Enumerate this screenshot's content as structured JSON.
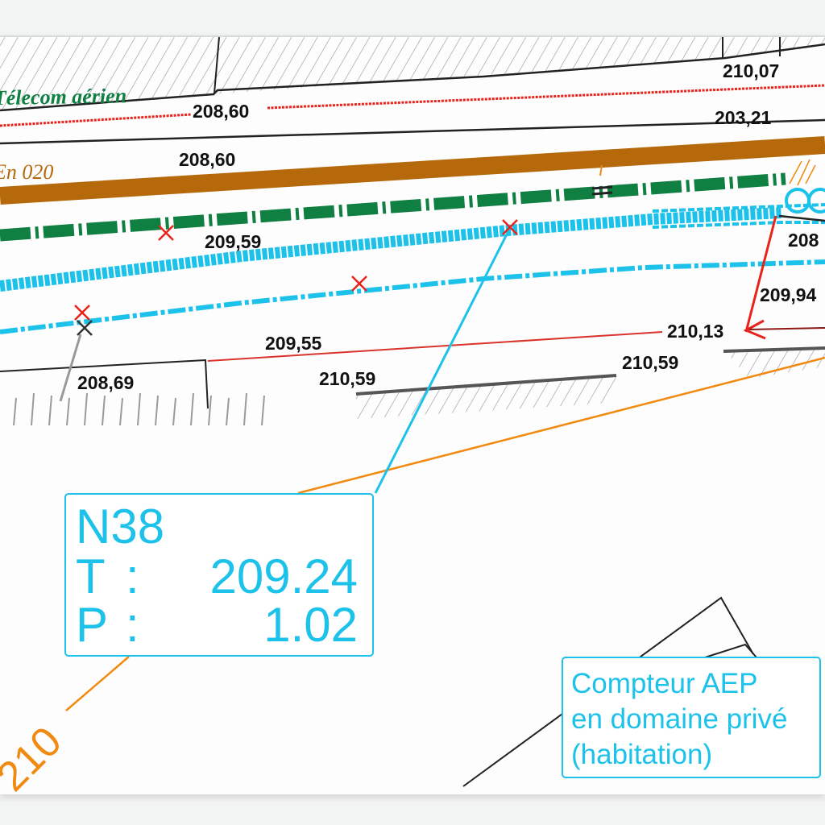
{
  "network_labels": {
    "telecom": "Télecom aérien",
    "pipe": "En 020",
    "contour": "210"
  },
  "elevations": [
    "210,07",
    "208,60",
    "203,21",
    "208,60",
    "209,59",
    "208",
    "209,94",
    "210,13",
    "209,55",
    "210,59",
    "208,69",
    "210,59"
  ],
  "node_box": {
    "id": "N38",
    "t_label": "T",
    "t_value": "209.24",
    "p_label": "P",
    "p_value": "1.02",
    "separator": ":"
  },
  "meter_note": {
    "line1": "Compteur AEP",
    "line2": "en domaine privé",
    "line3": "(habitation)"
  },
  "colors": {
    "water": "#1cc2ea",
    "telecom": "#0f7f42",
    "gas": "#b5690a",
    "electric": "#e8231c",
    "contour": "#f08a10"
  }
}
